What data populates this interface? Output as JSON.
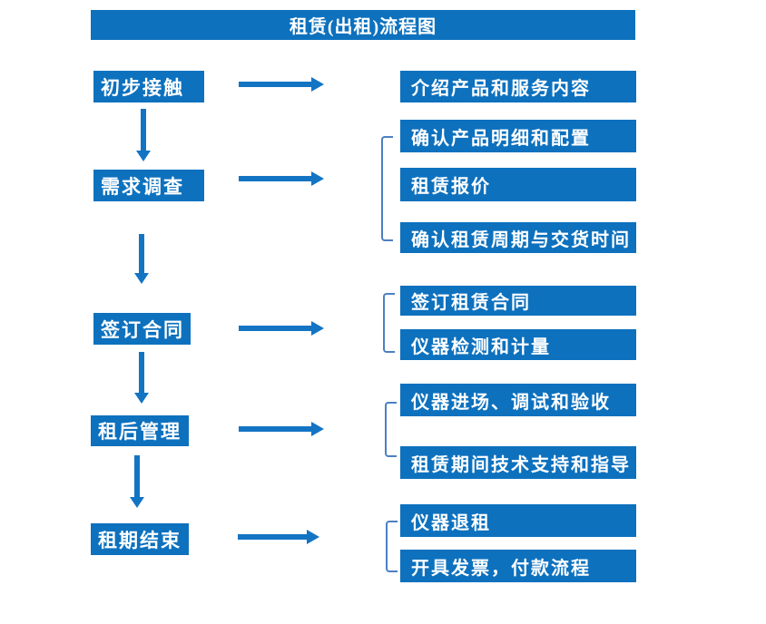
{
  "title": "租赁(出租)流程图",
  "colors": {
    "box_blue": "#0d71be",
    "arrow_blue": "#1474c4",
    "bracket_blue": "#4c80c0",
    "text_white": "#ffffff"
  },
  "steps": [
    {
      "label": "初步接触",
      "details": [
        "介绍产品和服务内容"
      ]
    },
    {
      "label": "需求调查",
      "details": [
        "确认产品明细和配置",
        "租赁报价",
        "确认租赁周期与交货时间"
      ]
    },
    {
      "label": "签订合同",
      "details": [
        "签订租赁合同",
        "仪器检测和计量"
      ]
    },
    {
      "label": "租后管理",
      "details": [
        "仪器进场、调试和验收",
        "租赁期间技术支持和指导"
      ]
    },
    {
      "label": "租期结束",
      "details": [
        "仪器退租",
        "开具发票，付款流程"
      ]
    }
  ]
}
